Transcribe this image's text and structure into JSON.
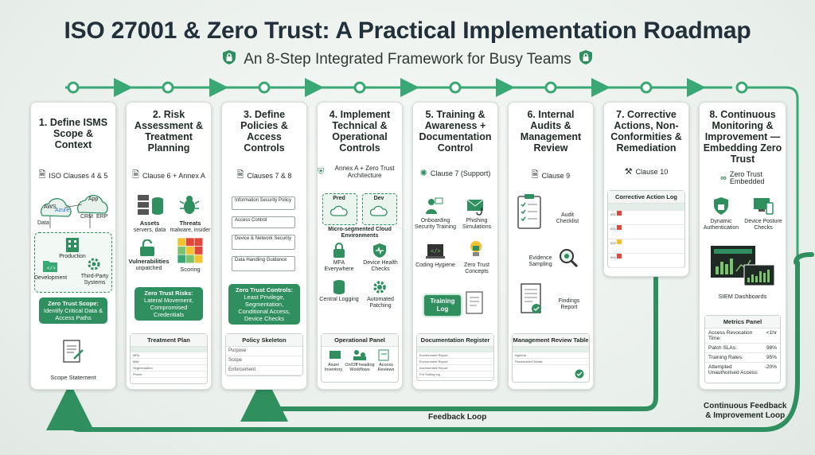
{
  "title": "ISO 27001 & Zero Trust: A Practical Implementation Roadmap",
  "subtitle": "An 8-Step Integrated Framework for Busy Teams",
  "feedback_label": "Feedback Loop",
  "continuous_label_1": "Continuous Feedback",
  "continuous_label_2": "& Improvement Loop",
  "colors": {
    "green": "#2f8f5e",
    "flow": "#3aa874",
    "light_green": "#e6f4ec"
  },
  "steps": [
    {
      "title": "1. Define ISMS Scope & Context",
      "clause": "ISO Clauses 4 & 5",
      "labels": {
        "aws": "AWS",
        "azure": "Azure",
        "app": "App",
        "data": "Data",
        "crm": "CRM",
        "erp": "ERP",
        "production": "Production",
        "development": "Development",
        "third_party": "Third-Party Systems"
      },
      "zt_title": "Zero Trust Scope:",
      "zt_text": "Identify Critical Data & Access Paths",
      "bottom": "Scope Statement"
    },
    {
      "title": "2. Risk Assessment & Treatment Planning",
      "clause": "Clause 6 + Annex A",
      "assets": "Assets",
      "assets_sub": "servers, data",
      "threats": "Threats",
      "threats_sub": "malware, insider",
      "vulns": "Vulnerabilities",
      "vulns_sub": "unpatched",
      "scoring": "Scoring",
      "zt_title": "Zero Trust Risks:",
      "zt_text": "Lateral Movement, Compromised Credentials",
      "panel": "Treatment Plan",
      "panel_rows": [
        "MFA",
        "Mail",
        "Segmentation",
        "Phone"
      ]
    },
    {
      "title": "3. Define Policies & Access Controls",
      "clause": "Clauses 7 & 8",
      "policies": [
        "Information Security Policy",
        "Access Control",
        "Device & Network Security",
        "Data Handling Guidance"
      ],
      "zt_title": "Zero Trust Controls:",
      "zt_text": "Least Privilege, Segmentation, Conditional Access, Device Checks",
      "panel": "Policy Skeleton",
      "panel_rows": [
        "Purpose",
        "Scope",
        "Enforcement"
      ]
    },
    {
      "title": "4. Implement Technical & Operational Controls",
      "clause": "Annex A + Zero Trust Architecture",
      "pred": "Pred",
      "dev": "Dev",
      "cloud": "Micro-segmented Cloud Environments",
      "items": [
        {
          "label": "MFA Everywhere"
        },
        {
          "label": "Device Health Checks"
        },
        {
          "label": "Central Logging"
        },
        {
          "label": "Automated Patching"
        }
      ],
      "panel": "Operational Panel",
      "panel_items": [
        "Asset Inventory",
        "On/Off heading Workflows",
        "Access Reviews"
      ]
    },
    {
      "title": "5. Training & Awareness + Documentation Control",
      "clause": "Clause 7 (Support)",
      "items": [
        {
          "label": "Onboarding Security Training"
        },
        {
          "label": "Phishing Simulations"
        },
        {
          "label": "Coding Hygiene"
        },
        {
          "label": "Zero Trust Concepts"
        }
      ],
      "log": "Training Log",
      "panel": "Documentation Register",
      "panel_rows": [
        "Environment Report",
        "Environment Report",
        "Incremented Report",
        "For Suiting log"
      ]
    },
    {
      "title": "6. Internal Audits & Management Review",
      "clause": "Clause 9",
      "items": [
        "Audit Checklist",
        "Evidence Sampling",
        "Findings Report"
      ],
      "panel": "Management Review Table",
      "panel_rows": [
        "Agenda",
        "Placeholder Details"
      ]
    },
    {
      "title": "7. Corrective Actions, Non-Conformities & Remediation",
      "clause": "Clause 10",
      "panel": "Corrective Action Log",
      "panel_rows": [
        "001",
        "002",
        "003",
        "004"
      ]
    },
    {
      "title": "8. Continuous Monitoring & Improvement — Embedding Zero Trust",
      "clause": "Zero Trust Embedded",
      "items": [
        "Dynamic Authentication",
        "Device Posture Checks"
      ],
      "siem": "SIEM Dashboards",
      "metrics_title": "Metrics Panel",
      "metrics": [
        {
          "label": "Access Revocation Time:",
          "value": "<1hr"
        },
        {
          "label": "Patch SLAs:",
          "value": "98%"
        },
        {
          "label": "Training Rates:",
          "value": "95%"
        },
        {
          "label": "Attempted Unauthorised Access:",
          "value": "-20%"
        }
      ]
    }
  ]
}
